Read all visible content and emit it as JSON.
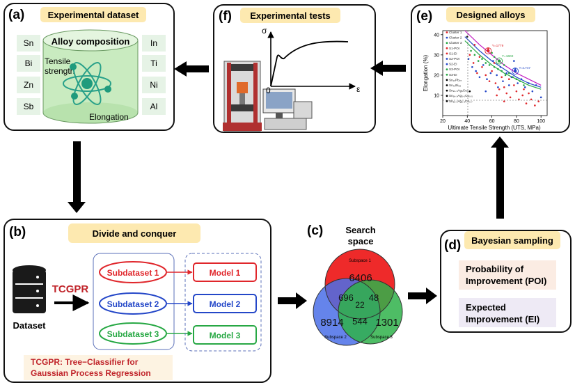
{
  "panels": {
    "a": {
      "letter": "(a)",
      "title": "Experimental dataset",
      "cylinder_title": "Alloy composition",
      "property_1": "Tensile",
      "property_1b": "strength",
      "property_2": "Elongation",
      "left_elements": [
        "Sn",
        "Bi",
        "Zn",
        "Sb"
      ],
      "right_elements": [
        "In",
        "Ti",
        "Ni",
        "Al"
      ]
    },
    "b": {
      "letter": "(b)",
      "title": "Divide and conquer",
      "dataset_label": "Dataset",
      "method_label": "TCGPR",
      "subdatasets": [
        "Subdataset 1",
        "Subdataset 2",
        "Subdataset 3"
      ],
      "models": [
        "Model 1",
        "Model 2",
        "Model 3"
      ],
      "footnote_1": "TCGPR: Tree−Classifier for",
      "footnote_2": "Gaussian Process Regression"
    },
    "c": {
      "letter": "(c)",
      "title_1": "Search",
      "title_2": "space",
      "circle_labels": [
        "Subspace 1",
        "Subspace 2",
        "Subspace 3"
      ],
      "counts": {
        "only_1": "6406",
        "only_2": "8914",
        "only_3": "1301",
        "s1_s2": "696",
        "s1_s3": "48",
        "s2_s3": "544",
        "all": "22"
      }
    },
    "d": {
      "letter": "(d)",
      "title": "Bayesian sampling",
      "method_1a": "Probability of",
      "method_1b": "Improvement (POI)",
      "method_2a": "Expected",
      "method_2b": "Improvement (EI)"
    },
    "e": {
      "letter": "(e)",
      "title": "Designed alloys"
    },
    "f": {
      "letter": "(f)",
      "title": "Experimental tests",
      "stress_symbol": "σ",
      "strain_symbol": "ε",
      "origin": "0"
    }
  },
  "colors": {
    "red": "#e0262b",
    "blue": "#2447c8",
    "green": "#27a844",
    "title_fill": "#fde9b0",
    "element_fill": "#e6f3e6",
    "cyl_fill": "#c9ebc0",
    "poi_fill": "#fbece3",
    "ei_fill": "#eeeaf5"
  },
  "chart_data": {
    "type": "scatter",
    "xlabel": "Ultimate Tensile Strength (UTS, MPa)",
    "ylabel": "Elongation (%)",
    "xlim": [
      20,
      105
    ],
    "ylim": [
      0,
      42
    ],
    "xticks": [
      20,
      40,
      60,
      80,
      100
    ],
    "yticks": [
      10,
      20,
      30,
      40
    ],
    "legend": [
      "Cluster 1",
      "Cluster 2",
      "Cluster 3",
      "S1-POI",
      "S1-EI",
      "S2-POI",
      "S2-EI",
      "S3-POI",
      "S3-EI",
      "Sn₁₀Pb₃₇",
      "Sn₄₂Bi₅₈",
      "Sn₉₆.₅Ag₃Cu₀.₅",
      "Sn₉₆.₅Ag₃.₀Cu₀.₅",
      "Sn₉₉.₃Ag₀.₃Cu₀.₇"
    ],
    "annotations": [
      "Y=1779",
      "Y=1602",
      "Y=1747"
    ],
    "series": [
      {
        "name": "Cluster 1",
        "color": "#e0262b",
        "points": [
          [
            42,
            30
          ],
          [
            45,
            26
          ],
          [
            48,
            21
          ],
          [
            52,
            24
          ],
          [
            55,
            20
          ],
          [
            58,
            17
          ],
          [
            60,
            22
          ],
          [
            63,
            16
          ],
          [
            66,
            13
          ],
          [
            68,
            19
          ],
          [
            70,
            14
          ],
          [
            72,
            11
          ],
          [
            75,
            9
          ],
          [
            78,
            15
          ],
          [
            82,
            8
          ],
          [
            85,
            10
          ],
          [
            88,
            6
          ],
          [
            92,
            8
          ],
          [
            95,
            5
          ],
          [
            57,
            33
          ],
          [
            46,
            35
          ],
          [
            50,
            29
          ],
          [
            62,
            26
          ],
          [
            74,
            18
          ],
          [
            80,
            12
          ],
          [
            86,
            13
          ],
          [
            64,
            10
          ],
          [
            70,
            7
          ],
          [
            90,
            11
          ],
          [
            98,
            7
          ]
        ]
      },
      {
        "name": "Cluster 2",
        "color": "#2447c8",
        "points": [
          [
            41,
            28
          ],
          [
            44,
            24
          ],
          [
            47,
            22
          ],
          [
            50,
            19
          ],
          [
            53,
            25
          ],
          [
            56,
            18
          ],
          [
            59,
            21
          ],
          [
            61,
            27
          ],
          [
            64,
            20
          ],
          [
            67,
            24
          ],
          [
            69,
            17
          ],
          [
            72,
            21
          ],
          [
            74,
            15
          ],
          [
            76,
            19
          ],
          [
            79,
            23
          ],
          [
            81,
            16
          ],
          [
            84,
            18
          ],
          [
            87,
            14
          ],
          [
            90,
            16
          ],
          [
            93,
            12
          ],
          [
            96,
            15
          ],
          [
            100,
            9
          ],
          [
            78,
            27
          ],
          [
            65,
            14
          ],
          [
            55,
            12
          ]
        ]
      },
      {
        "name": "Cluster 3",
        "color": "#27a844",
        "points": [
          [
            43,
            32
          ],
          [
            46,
            30
          ],
          [
            49,
            27
          ],
          [
            52,
            28
          ],
          [
            55,
            26
          ],
          [
            58,
            25
          ],
          [
            62,
            24
          ],
          [
            65,
            23
          ],
          [
            68,
            22
          ],
          [
            71,
            20
          ],
          [
            74,
            21
          ],
          [
            77,
            19
          ],
          [
            80,
            18
          ],
          [
            83,
            17
          ],
          [
            86,
            15
          ],
          [
            62,
            29
          ],
          [
            60,
            31
          ],
          [
            70,
            25
          ]
        ]
      },
      {
        "name": "S1-POI",
        "color": "#e0262b",
        "points": [
          [
            57,
            32
          ]
        ]
      },
      {
        "name": "S2-POI",
        "color": "#2447c8",
        "points": [
          [
            79,
            22
          ]
        ]
      },
      {
        "name": "S3-POI",
        "color": "#27a844",
        "points": [
          [
            66,
            27
          ]
        ]
      },
      {
        "name": "Sn₁₀Pb₃₇",
        "color": "#000000",
        "points": [
          [
            40,
            39
          ],
          [
            42,
            12
          ]
        ]
      }
    ],
    "curves": [
      {
        "color": "#c21ac2",
        "x": [
          38,
          50,
          60,
          70,
          80,
          90,
          100
        ],
        "y": [
          42,
          35,
          30,
          25,
          21,
          18,
          15
        ]
      },
      {
        "color": "#27a844",
        "x": [
          38,
          50,
          60,
          70,
          80,
          90,
          100
        ],
        "y": [
          37,
          30,
          25,
          21,
          18,
          15,
          13
        ]
      },
      {
        "color": "#2447c8",
        "x": [
          38,
          50,
          60,
          70,
          80,
          90,
          100
        ],
        "y": [
          39,
          32,
          27,
          23,
          19,
          16,
          14
        ]
      }
    ]
  }
}
